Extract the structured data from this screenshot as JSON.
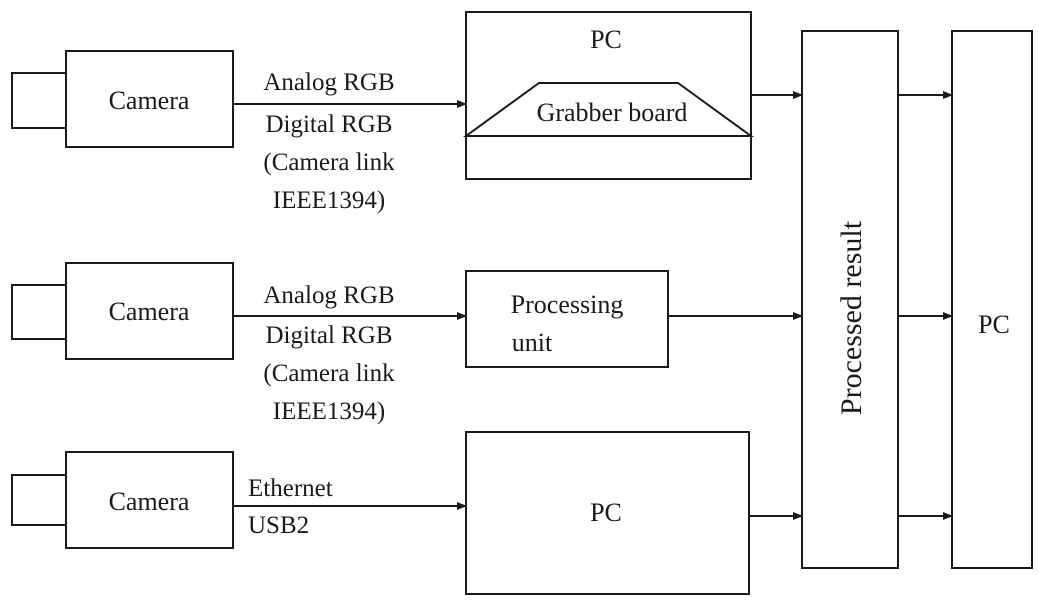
{
  "rows": [
    {
      "camera_label": "Camera",
      "link_lines": [
        "Analog RGB",
        "Digital RGB",
        "(Camera link",
        "IEEE1394)"
      ],
      "target_title": "PC",
      "target_sub": "Grabber board"
    },
    {
      "camera_label": "Camera",
      "link_lines": [
        "Analog RGB",
        "Digital RGB",
        "(Camera link",
        "IEEE1394)"
      ],
      "target_lines": [
        "Processing",
        "unit"
      ]
    },
    {
      "camera_label": "Camera",
      "link_lines": [
        "Ethernet",
        "USB2"
      ],
      "target_title": "PC"
    }
  ],
  "processed_result": "Processed result",
  "output_pc": "PC"
}
